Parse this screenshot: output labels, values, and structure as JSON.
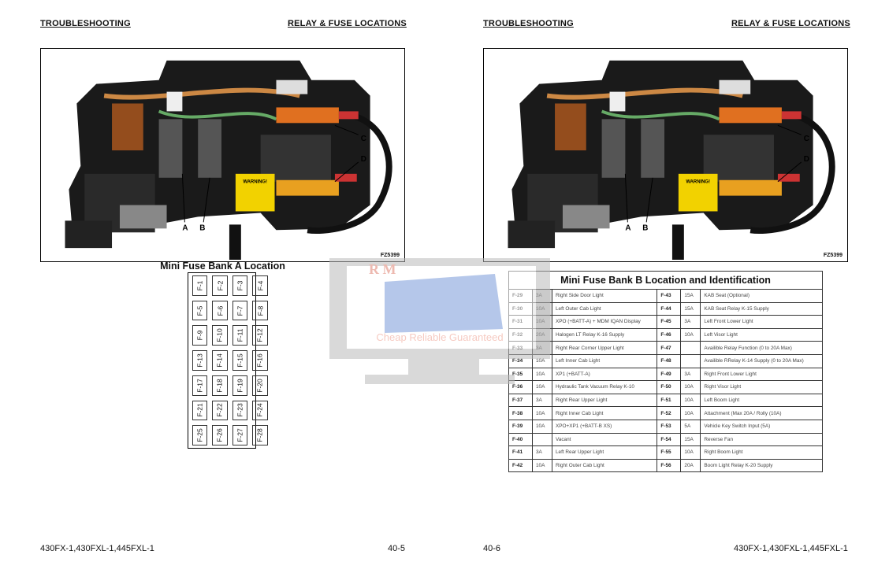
{
  "left_page": {
    "header_left": "TROUBLESHOOTING",
    "header_right": "RELAY & FUSE LOCATIONS",
    "figure_id": "FZ5399",
    "callouts": [
      "A",
      "B",
      "C",
      "D"
    ],
    "footer_model": "430FX-1,430FXL-1,445FXL-1",
    "footer_page": "40-5",
    "bank_a": {
      "title": "Mini Fuse Bank A Location",
      "fuses": [
        "F-1",
        "F-2",
        "F-3",
        "F-4",
        "F-5",
        "F-6",
        "F-7",
        "F-8",
        "F-9",
        "F-10",
        "F-11",
        "F-12",
        "F-13",
        "F-14",
        "F-15",
        "F-16",
        "F-17",
        "F-18",
        "F-19",
        "F-20",
        "F-21",
        "F-22",
        "F-23",
        "F-24",
        "F-25",
        "F-26",
        "F-27",
        "F-28"
      ]
    }
  },
  "right_page": {
    "header_left": "TROUBLESHOOTING",
    "header_right": "RELAY & FUSE LOCATIONS",
    "figure_id": "FZ5399",
    "callouts": [
      "A",
      "B",
      "C",
      "D"
    ],
    "footer_page": "40-6",
    "footer_model": "430FX-1,430FXL-1,445FXL-1",
    "bank_b": {
      "title": "Mini Fuse Bank B Location and Identification",
      "rows": [
        [
          [
            "F-29",
            "3A",
            "Right Side Door Light"
          ],
          [
            "F-43",
            "15A",
            "KAB Seat (Optional)"
          ]
        ],
        [
          [
            "F-30",
            "10A",
            "Left Outer Cab Light"
          ],
          [
            "F-44",
            "15A",
            "KAB Seat Relay K-15 Supply"
          ]
        ],
        [
          [
            "F-31",
            "10A",
            "XPO (+BATT-A) + MDM IQAN Display"
          ],
          [
            "F-45",
            "3A",
            "Left Front Lower Light"
          ]
        ],
        [
          [
            "F-32",
            "20A",
            "Halogen LT Relay K-16 Supply"
          ],
          [
            "F-46",
            "10A",
            "Left Visor Light"
          ]
        ],
        [
          [
            "F-33",
            "3A",
            "Right Rear Corner Upper Light"
          ],
          [
            "F-47",
            "",
            "Availible Relay Function (0 to 20A Max)"
          ]
        ],
        [
          [
            "F-34",
            "10A",
            "Left Inner Cab Light"
          ],
          [
            "F-48",
            "",
            "Availible RRelay K-14 Supply (0 to 20A Max)"
          ]
        ],
        [
          [
            "F-35",
            "10A",
            "XP1 (+BATT-A)"
          ],
          [
            "F-49",
            "3A",
            "Right Front Lower Light"
          ]
        ],
        [
          [
            "F-36",
            "10A",
            "Hydraulic Tank Vacuum Relay K-10"
          ],
          [
            "F-50",
            "10A",
            "Right Visor Light"
          ]
        ],
        [
          [
            "F-37",
            "3A",
            "Right Rear Upper Light"
          ],
          [
            "F-51",
            "10A",
            "Left Boom Light"
          ]
        ],
        [
          [
            "F-38",
            "10A",
            "Right Inner Cab Light"
          ],
          [
            "F-52",
            "10A",
            "Attachment (Max 20A / Rolly (10A)"
          ]
        ],
        [
          [
            "F-39",
            "10A",
            "XPO+XP1 (+BATT-B XS)"
          ],
          [
            "F-53",
            "5A",
            "Vehicle Key Switch Input (5A)"
          ]
        ],
        [
          [
            "F-40",
            "",
            "Vacant"
          ],
          [
            "F-54",
            "15A",
            "Reverse Fan"
          ]
        ],
        [
          [
            "F-41",
            "3A",
            "Left Rear Upper Light"
          ],
          [
            "F-55",
            "10A",
            "Right Boom Light"
          ]
        ],
        [
          [
            "F-42",
            "10A",
            "Right Outer Cab Light"
          ],
          [
            "F-56",
            "20A",
            "Boom Light Relay K-20 Supply"
          ]
        ]
      ]
    }
  },
  "watermark": {
    "letters": "R M",
    "tagline": "Cheap Reliable Guaranteed"
  },
  "warning_label": "WARNING!"
}
